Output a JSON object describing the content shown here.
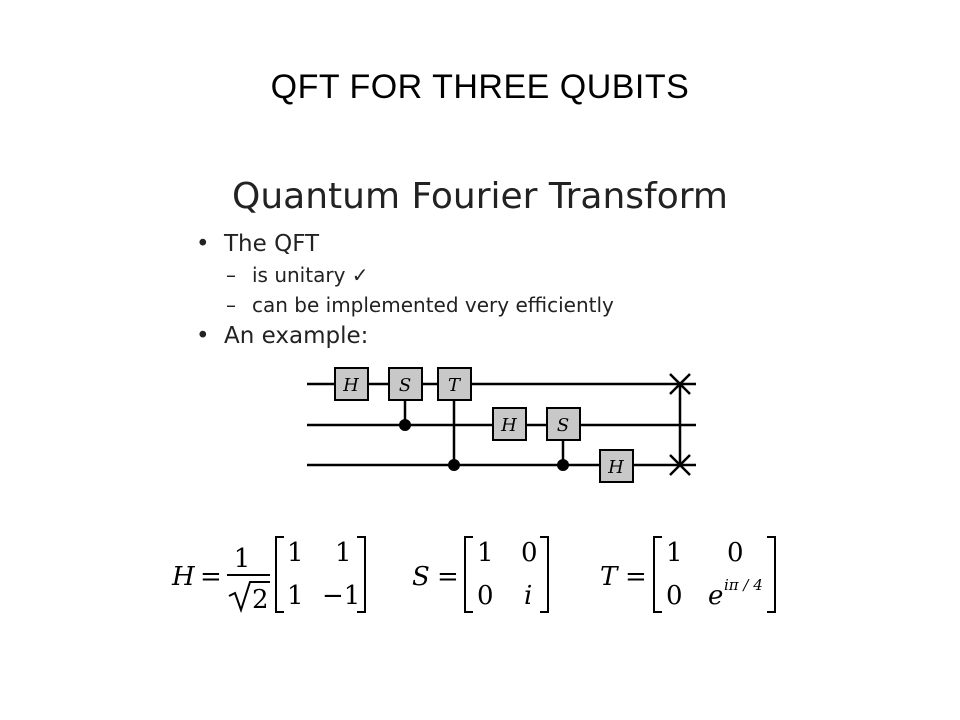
{
  "slide": {
    "title": "QFT FOR THREE QUBITS"
  },
  "content": {
    "heading": "Quantum Fourier Transform",
    "bullets": [
      {
        "text": "The QFT",
        "subitems": [
          {
            "text": "is unitary ✓"
          },
          {
            "text": "can be implemented very efficiently"
          }
        ]
      },
      {
        "text": "An example:"
      }
    ]
  },
  "circuit": {
    "gates": {
      "h1": "H",
      "s1": "S",
      "t1": "T",
      "h2": "H",
      "s2": "S",
      "h3": "H"
    }
  },
  "matrices": {
    "h_label": "H",
    "h_eq": "=",
    "h_frac_num": "1",
    "h_frac_den": "2",
    "h_cells": [
      "1",
      "1",
      "1",
      "−1"
    ],
    "s_label": "S",
    "s_eq": "=",
    "s_cells": [
      "1",
      "0",
      "0",
      "i"
    ],
    "t_label": "T",
    "t_eq": "=",
    "t_cells": [
      "1",
      "0",
      "0",
      "e"
    ],
    "t_exponent": "iπ / 4"
  },
  "colors": {
    "gate_fill": "#c8c8c8",
    "line": "#000000"
  }
}
